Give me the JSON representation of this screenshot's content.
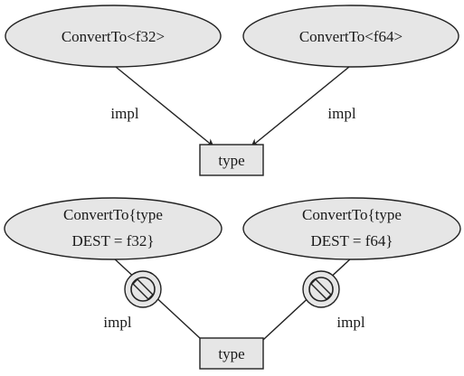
{
  "top": {
    "left_node": "ConvertTo<f32>",
    "right_node": "ConvertTo<f64>",
    "left_edge_label": "impl",
    "right_edge_label": "impl",
    "target": "type"
  },
  "bottom": {
    "left_node_line1": "ConvertTo{type",
    "left_node_line2": "DEST = f32}",
    "right_node_line1": "ConvertTo{type",
    "right_node_line2": "DEST = f64}",
    "left_edge_label": "impl",
    "right_edge_label": "impl",
    "target": "type"
  },
  "icons": {
    "left_blocker": "prohibited-icon",
    "right_blocker": "prohibited-icon"
  }
}
